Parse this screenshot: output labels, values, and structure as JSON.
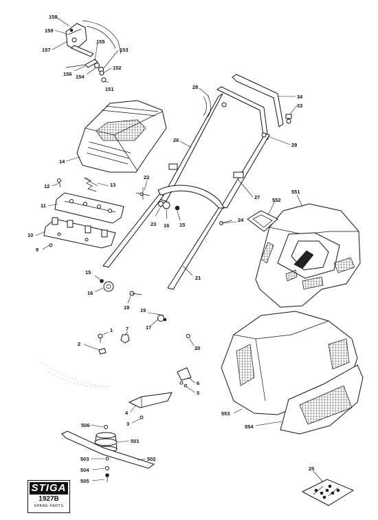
{
  "brand": {
    "name": "STIGA",
    "code": "1927B",
    "subtitle": "SPARE PARTS"
  },
  "labels": {
    "p158": "158",
    "p159": "159",
    "p157": "157",
    "p155": "155",
    "p153": "153",
    "p156": "156",
    "p154": "154",
    "p152": "152",
    "p151": "151",
    "p28": "28",
    "p34": "34",
    "p33": "33",
    "p29": "29",
    "p26": "26",
    "p14": "14",
    "p22": "22",
    "p13": "13",
    "p12": "12",
    "p27": "27",
    "p551": "551",
    "p552": "552",
    "p11": "11",
    "p23": "23",
    "p16a": "16",
    "p15a": "15",
    "p24": "24",
    "p10": "10",
    "p9": "9",
    "p21": "21",
    "p15b": "15",
    "p16b": "16",
    "p18": "18",
    "p19": "19",
    "p17": "17",
    "p1": "1",
    "p7": "7",
    "p2": "2",
    "p20": "20",
    "p6": "6",
    "p5": "5",
    "p4": "4",
    "p3": "3",
    "p553": "553",
    "p554": "554",
    "p506": "506",
    "p501": "501",
    "p503": "503",
    "p502": "502",
    "p504": "504",
    "p505": "505",
    "p25": "25"
  }
}
